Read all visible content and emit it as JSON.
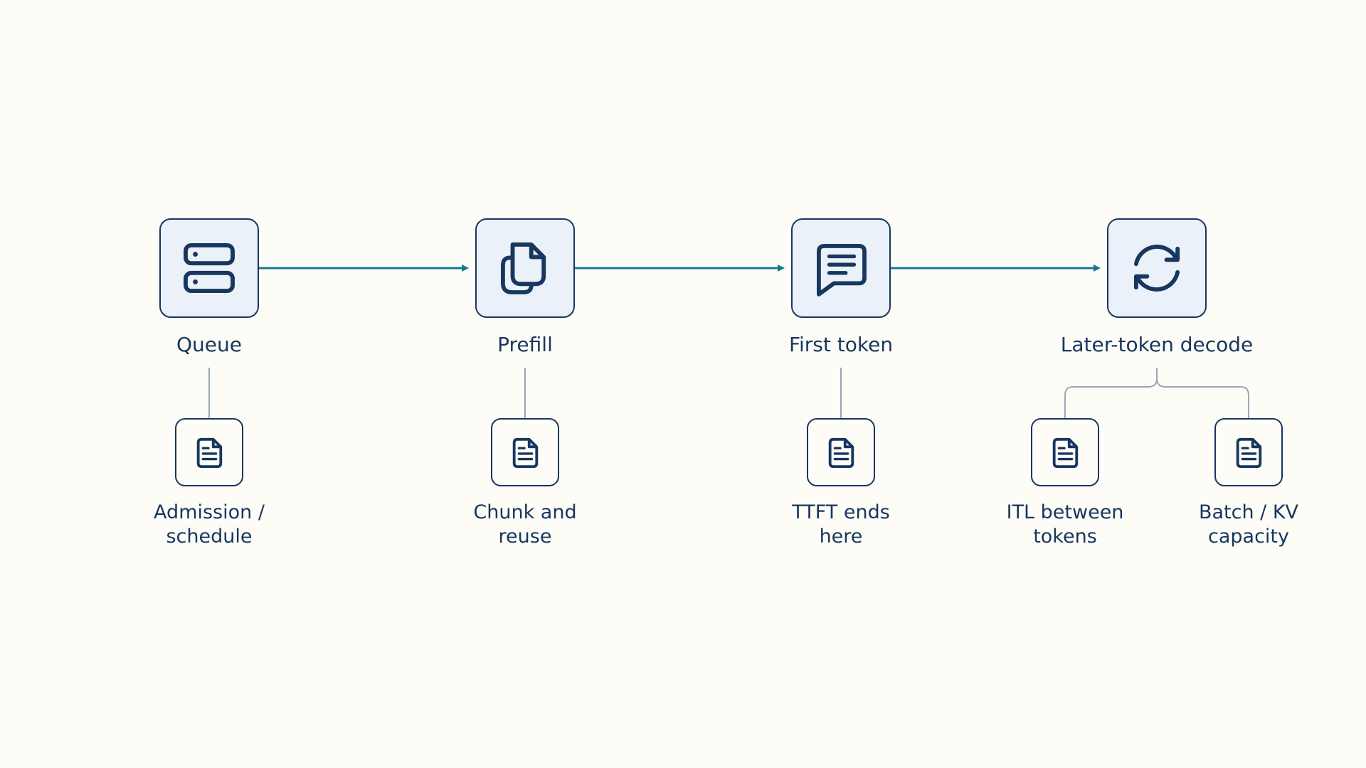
{
  "colors": {
    "background": "#fdfcf7",
    "node_border": "#17375e",
    "node_fill": "#ebf1f8",
    "arrow": "#137a8c",
    "connector": "#9aa7b5",
    "text": "#17375e"
  },
  "stages": [
    {
      "label": "Queue",
      "icon": "server-icon"
    },
    {
      "label": "Prefill",
      "icon": "copy-icon"
    },
    {
      "label": "First token",
      "icon": "chat-icon"
    },
    {
      "label": "Later-token decode",
      "icon": "refresh-icon"
    }
  ],
  "notes": [
    {
      "line1": "Admission /",
      "line2": "schedule",
      "icon": "document-icon"
    },
    {
      "line1": "Chunk and",
      "line2": "reuse",
      "icon": "document-icon"
    },
    {
      "line1": "TTFT ends",
      "line2": "here",
      "icon": "document-icon"
    },
    {
      "line1": "ITL between",
      "line2": "tokens",
      "icon": "document-icon"
    },
    {
      "line1": "Batch / KV",
      "line2": "capacity",
      "icon": "document-icon"
    }
  ]
}
